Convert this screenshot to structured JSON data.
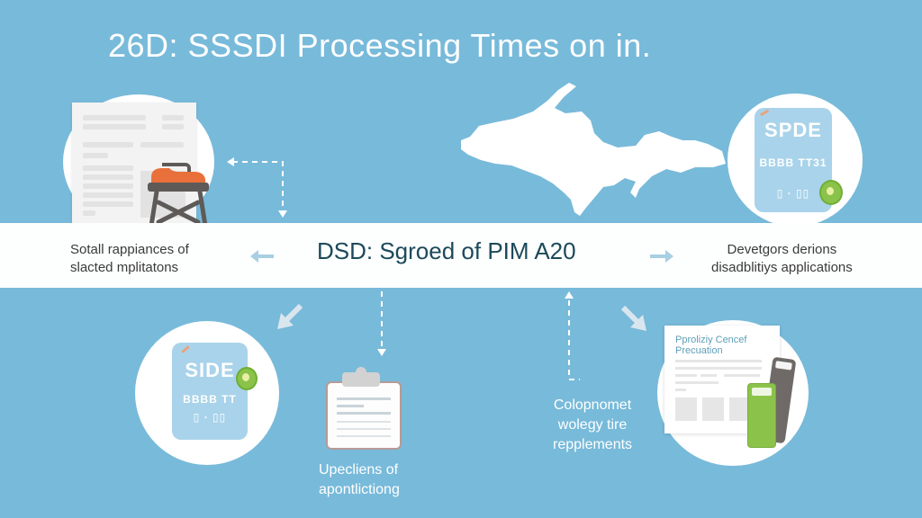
{
  "title": "26D: SSSDI Processing Times on in.",
  "band": {
    "center_label": "DSD: Sgroed of PIM A20",
    "left_text_line1": "Sotall rappiances of",
    "left_text_line2": "slacted mplitatons",
    "right_text_line1": "Devetgors derions",
    "right_text_line2": "disadblitiys applications"
  },
  "top_right_card": {
    "title": "SPDE",
    "row1": "BBBB TT31",
    "row2": "▯ · ▯▯"
  },
  "bottom_left_card": {
    "title": "SIDE",
    "row1": "BBBB TT",
    "row2": "▯ · ▯▯"
  },
  "clipboard_caption": {
    "line1": "Upecliens of",
    "line2": "apontlictiong"
  },
  "component_caption": {
    "line1": "Colopnomet",
    "line2": "wolegy tire",
    "line3": "repplements"
  },
  "document_card": {
    "heading_line1": "Pproliziy Cencef",
    "heading_line2": "Precuation"
  },
  "colors": {
    "background": "#78bada",
    "band": "#fdfefe",
    "center_text": "#1c4a5a",
    "accent_orange": "#e9703a",
    "accent_green": "#8bc34a",
    "dark_gray": "#5e5a58"
  }
}
